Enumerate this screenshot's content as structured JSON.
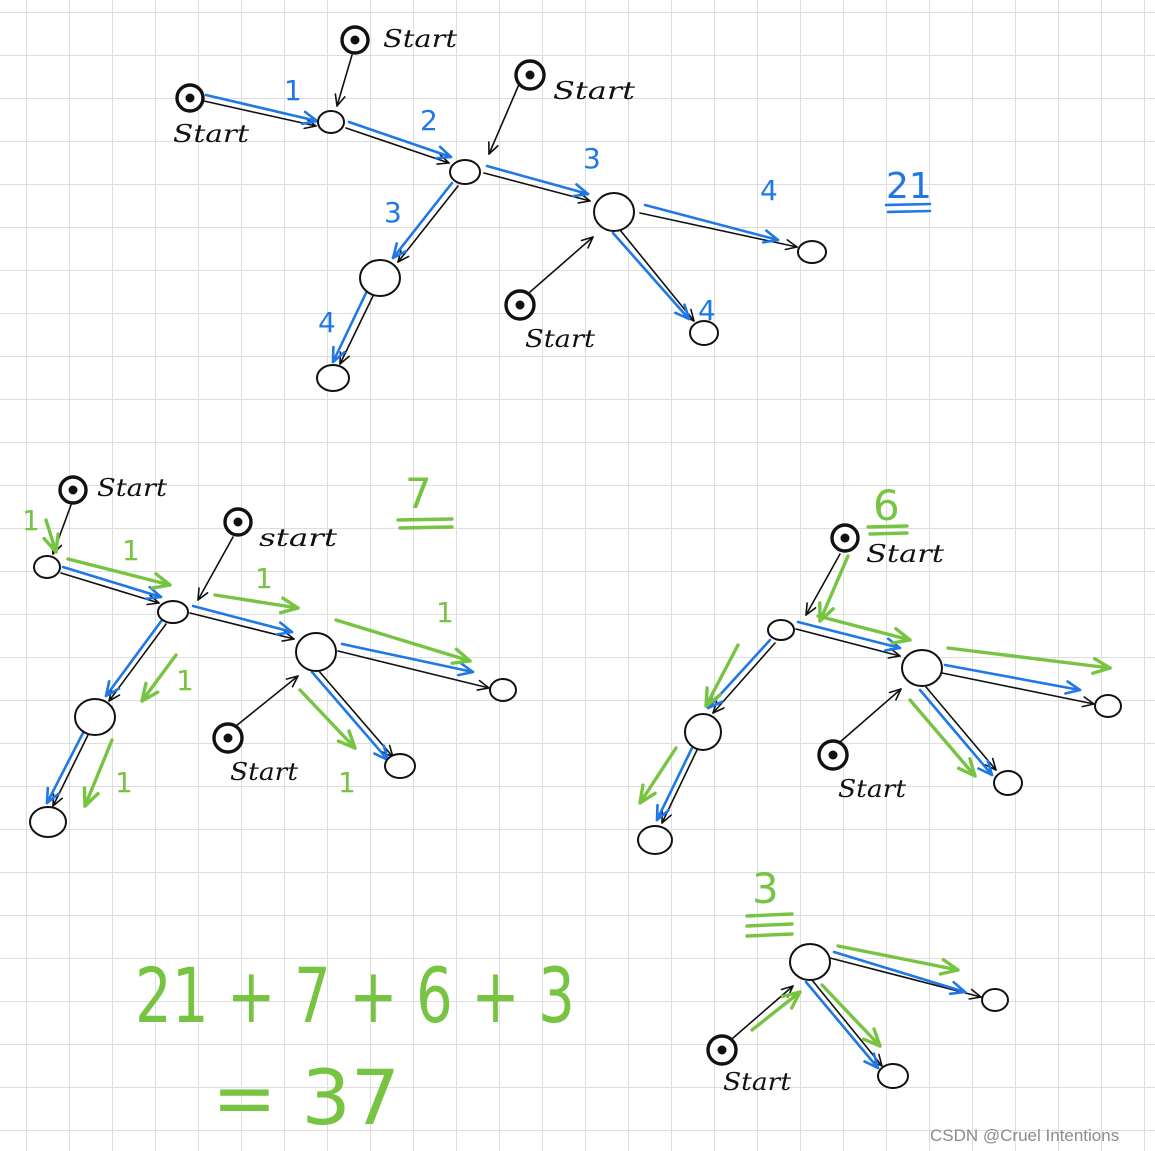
{
  "colors": {
    "paper": "#ffffff",
    "grid": "#dedede",
    "ink": "#111111",
    "blue": "#1f78e6",
    "green": "#76c442",
    "watermark": "#8b8b8b"
  },
  "panel_top": {
    "start_labels": [
      "Start",
      "Start",
      "Start",
      "Start"
    ],
    "step_labels": [
      "1",
      "2",
      "3",
      "3",
      "4",
      "4",
      "4"
    ],
    "total": "21"
  },
  "panel_left": {
    "start_labels": [
      "Start",
      "start",
      "Start"
    ],
    "count_labels": [
      "1",
      "1",
      "1",
      "1",
      "1",
      "1",
      "1"
    ],
    "total": "7"
  },
  "panel_right": {
    "start_labels": [
      "Start",
      "Start"
    ],
    "total": "6"
  },
  "panel_bottom": {
    "start_labels": [
      "Start"
    ],
    "total": "3"
  },
  "equation": {
    "sum": "21 + 7 + 6 + 3",
    "result": "= 37"
  },
  "watermark": "CSDN @Cruel Intentions"
}
